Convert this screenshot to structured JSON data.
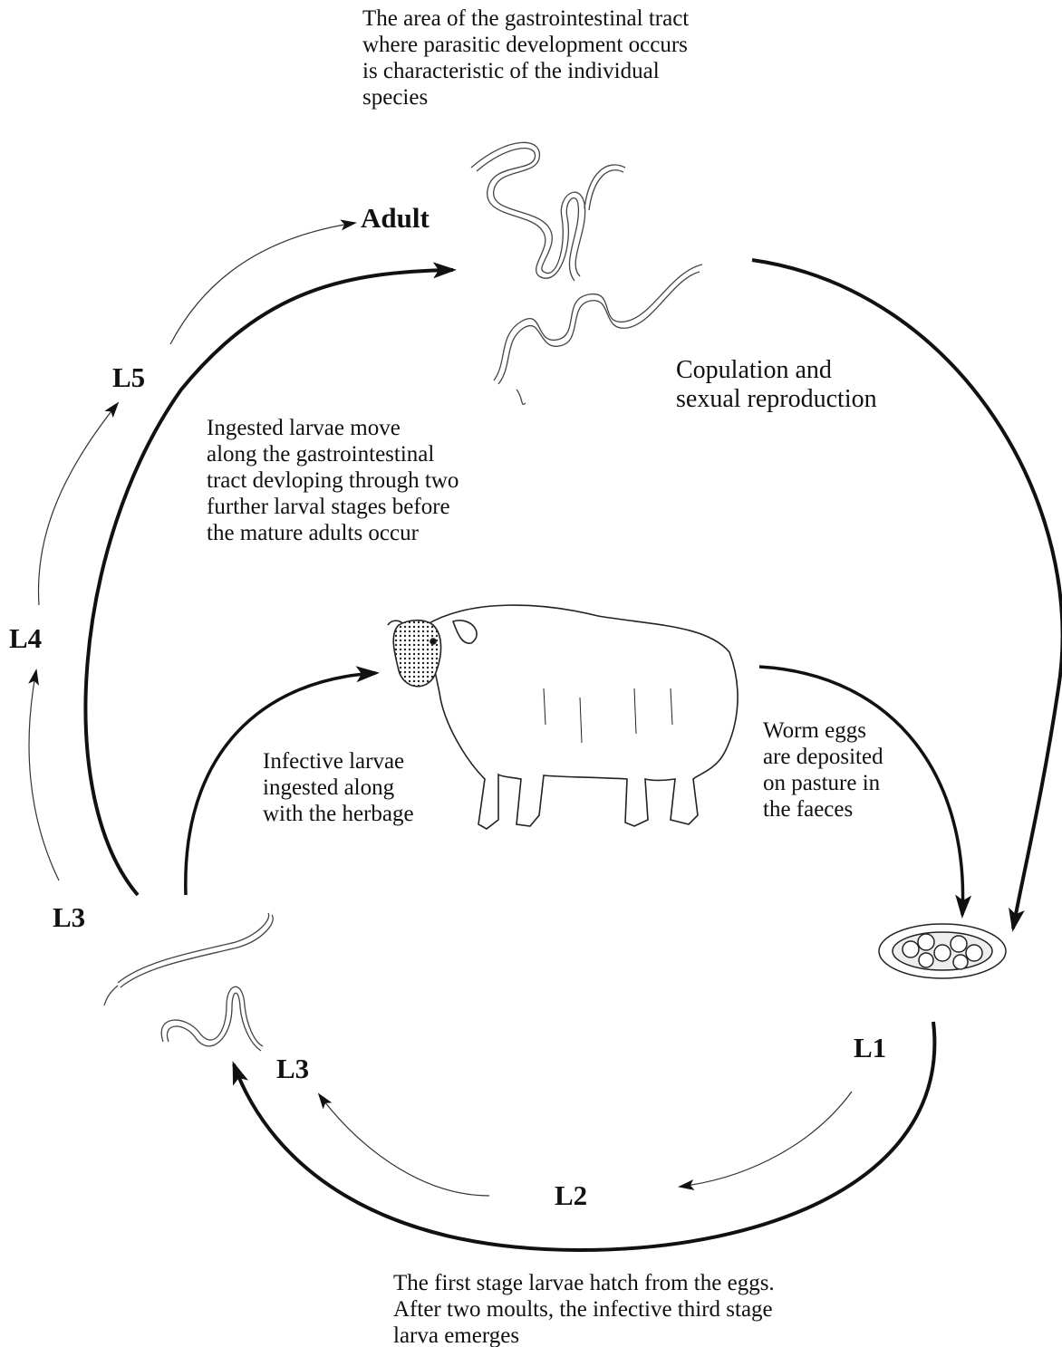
{
  "stages": {
    "adult": "Adult",
    "l5": "L5",
    "l4": "L4",
    "l3_left": "L3",
    "l3_bottom": "L3",
    "l2": "L2",
    "l1": "L1"
  },
  "captions": {
    "top": [
      "The area of the gastrointestinal tract",
      "where parasitic development occurs",
      "is characteristic of the individual",
      "species"
    ],
    "copulation": [
      "Copulation and",
      "sexual reproduction"
    ],
    "ingested_move": [
      "Ingested larvae move",
      "along the gastrointestinal",
      "tract devloping through two",
      "further larval stages before",
      "the mature adults occur"
    ],
    "infective": [
      "Infective larvae",
      "ingested along",
      "with the herbage"
    ],
    "worm_eggs": [
      "Worm eggs",
      "are deposited",
      "on pasture in",
      "the faeces"
    ],
    "bottom": [
      "The first stage larvae hatch from the eggs.",
      "After two moults, the infective third stage",
      "larva emerges"
    ]
  },
  "icons": {
    "adult_worms": "adult-worms-icon",
    "sheep": "sheep-icon",
    "egg_dish": "faeces-eggs-icon",
    "larvae": "larvae-icon"
  }
}
